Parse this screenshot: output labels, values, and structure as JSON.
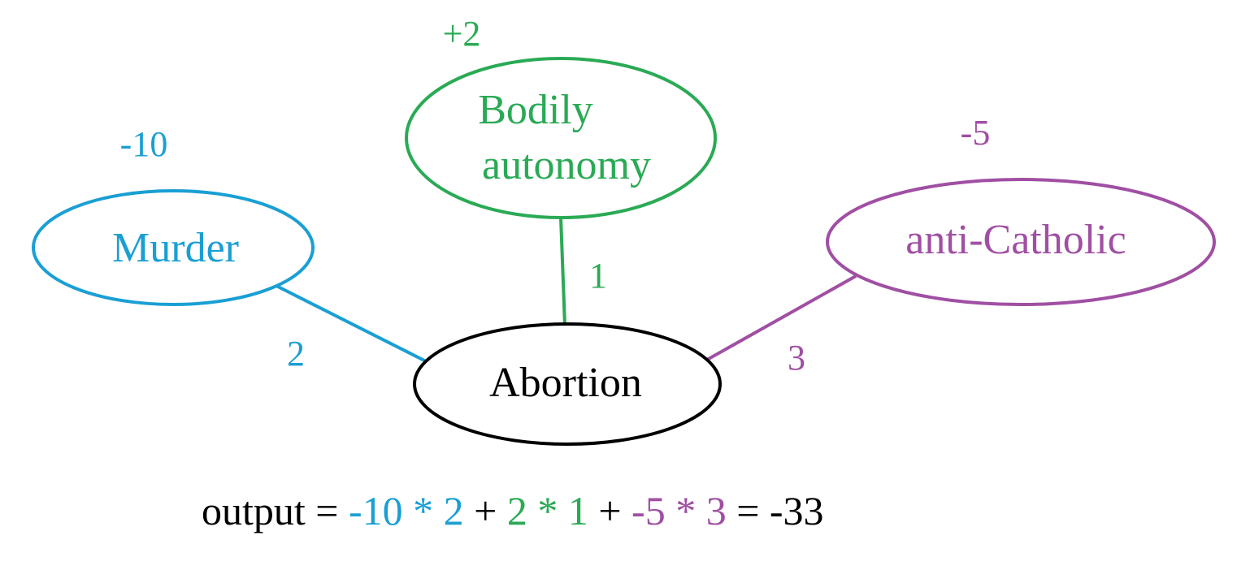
{
  "colors": {
    "murder": "#1a9fd4",
    "autonomy": "#2aaa55",
    "catholic": "#a04fa3",
    "center": "#000000",
    "background": "#ffffff"
  },
  "nodes": {
    "center": {
      "label": "Abortion"
    },
    "murder": {
      "label": "Murder",
      "value": "-10",
      "weight": "2"
    },
    "autonomy": {
      "label_line1": "Bodily",
      "label_line2": "autonomy",
      "value": "+2",
      "weight": "1"
    },
    "catholic": {
      "label": "anti-Catholic",
      "value": "-5",
      "weight": "3"
    }
  },
  "formula": {
    "prefix": "output = ",
    "murder_term": "-10 * 2",
    "plus1": " + ",
    "autonomy_term": "2 * 1",
    "plus2": " + ",
    "catholic_term": "-5 * 3",
    "equals": " = ",
    "result": "-33"
  }
}
